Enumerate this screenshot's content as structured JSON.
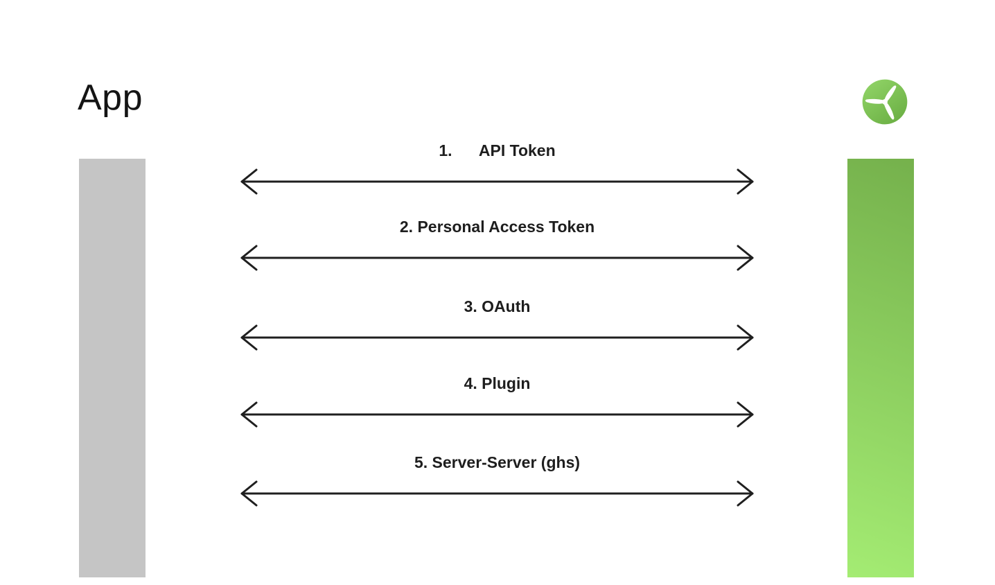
{
  "page": {
    "title": "App"
  },
  "logo": {
    "name": "wind-turbine"
  },
  "connections": [
    {
      "label": "1.      API Token"
    },
    {
      "label": "2. Personal Access Token"
    },
    {
      "label": "3. OAuth"
    },
    {
      "label": "4. Plugin"
    },
    {
      "label": "5. Server-Server (ghs)"
    }
  ],
  "colors": {
    "ink": "#1f1f1f",
    "left-bar": "#c5c5c5",
    "green-top": "#75b14c",
    "green-bottom": "#a4ec73",
    "logo-light": "#93d669",
    "logo-dark": "#6cb045",
    "background": "#ffffff"
  }
}
